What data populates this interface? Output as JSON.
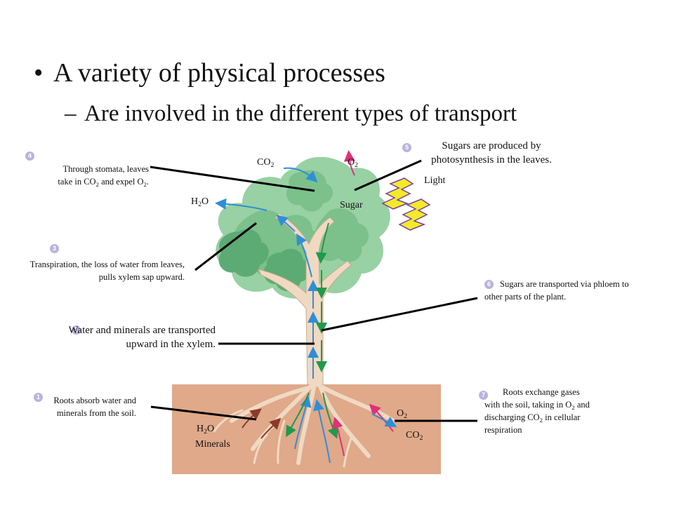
{
  "title": {
    "bullet": "•",
    "main": "A variety of physical processes",
    "dash": "–",
    "sub": "Are involved in the different types of transport"
  },
  "steps": [
    {
      "num": "1",
      "text": "Roots absorb water and minerals from the soil."
    },
    {
      "num": "2",
      "text": "Water and minerals are transported upward in the xylem."
    },
    {
      "num": "3",
      "text": "Transpiration, the loss of water from leaves, pulls xylem sap upward."
    },
    {
      "num": "4",
      "line1": "Through stomata, leaves",
      "line2_a": "take in CO",
      "line2_sub1": "2",
      "line2_b": " and expel O",
      "line2_sub2": "2",
      "line2_c": "."
    },
    {
      "num": "5",
      "text": "Sugars are produced by photosynthesis in the leaves."
    },
    {
      "num": "6",
      "text": "Sugars are transported via phloem to other parts of the plant."
    },
    {
      "num": "7",
      "line1": "Roots exchange gases",
      "line2_a": "with the soil, taking in O",
      "line2_sub": "2",
      "line2_b": " and",
      "line3_a": "discharging  CO",
      "line3_sub": "2",
      "line3_b": " in cellular",
      "line4": "respiration"
    }
  ],
  "labels": {
    "co2": "CO",
    "co2_sub": "2",
    "o2": "O",
    "o2_sub": "2",
    "h2o_a": "H",
    "h2o_sub": "2",
    "h2o_b": "O",
    "sugar": "Sugar",
    "light": "Light",
    "root_o2": "O",
    "root_o2_sub": "2",
    "root_co2": "CO",
    "root_co2_sub": "2",
    "root_h2o_a": "H",
    "root_h2o_sub": "2",
    "root_h2o_b": "O",
    "minerals": "Minerals"
  },
  "colors": {
    "soil": "#dfa98a",
    "foliage_light": "#98d1a3",
    "foliage_mid": "#7cc08c",
    "foliage_dark": "#5dab74",
    "trunk": "#f0d9c2",
    "xylem_arrow": "#2e8fd6",
    "phloem_arrow": "#1f9a4a",
    "gas_arrow": "#e0307a",
    "light_fill": "#f3ea2a",
    "light_stroke": "#7a3fa0",
    "badge": "#b8b4dc"
  }
}
